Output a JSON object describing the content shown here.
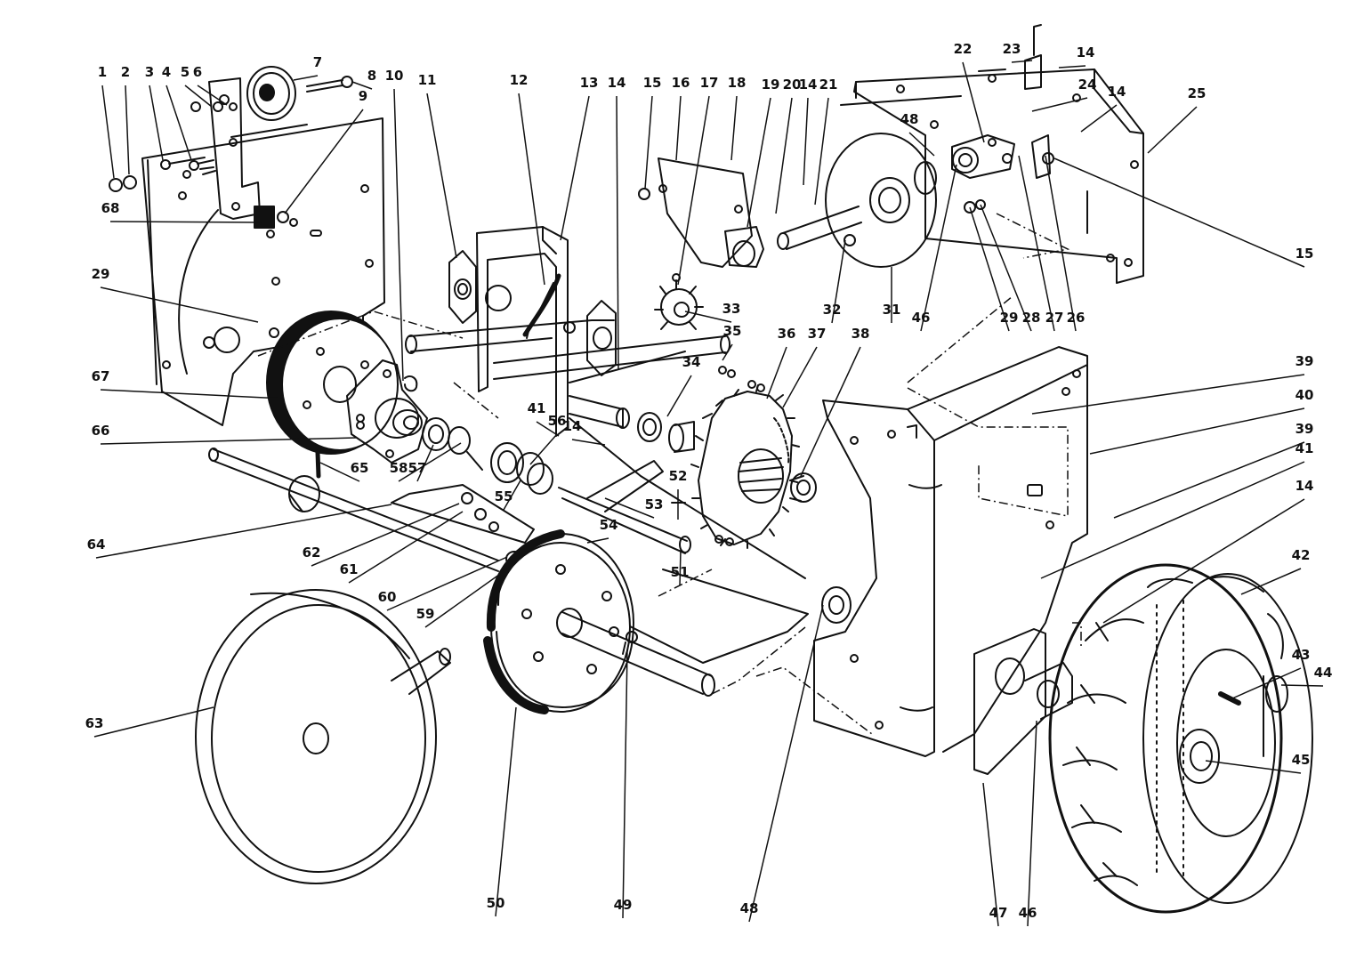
{
  "diagram": {
    "type": "exploded-parts-diagram",
    "callouts": [
      "1",
      "2",
      "3",
      "4",
      "5",
      "6",
      "7",
      "8",
      "9",
      "10",
      "11",
      "12",
      "13",
      "14",
      "15",
      "16",
      "17",
      "18",
      "19",
      "20",
      "14",
      "21",
      "22",
      "23",
      "14",
      "24",
      "14",
      "25",
      "15",
      "48",
      "26",
      "27",
      "28",
      "29",
      "46",
      "31",
      "32",
      "33",
      "34",
      "35",
      "36",
      "37",
      "38",
      "39",
      "40",
      "39",
      "41",
      "14",
      "42",
      "43",
      "44",
      "45",
      "46",
      "47",
      "48",
      "49",
      "50",
      "51",
      "52",
      "53",
      "54",
      "14",
      "41",
      "56",
      "55",
      "57",
      "58",
      "65",
      "66",
      "67",
      "29",
      "68",
      "64",
      "62",
      "61",
      "60",
      "59",
      "63"
    ]
  }
}
